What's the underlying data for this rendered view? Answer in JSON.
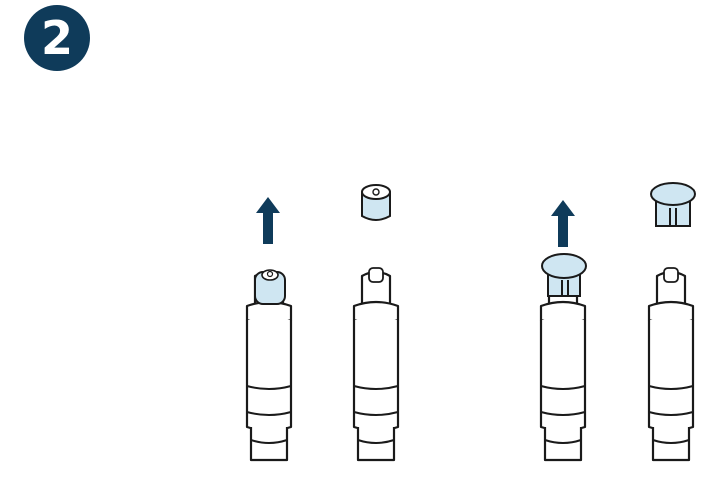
{
  "step": {
    "number": "2"
  },
  "colors": {
    "badge": "#0f3b5a",
    "arrow": "#0f3b5a",
    "cap": "#cfe6f2",
    "outline": "#1a1a1a",
    "body": "#ffffff"
  },
  "illustration": {
    "panels": [
      {
        "cap_style": "small-cap",
        "cap_state": "being-removed",
        "arrow": "up"
      },
      {
        "cap_style": "small-cap",
        "cap_state": "removed",
        "arrow": "none"
      },
      {
        "cap_style": "wide-cap",
        "cap_state": "being-removed",
        "arrow": "up"
      },
      {
        "cap_style": "wide-cap",
        "cap_state": "removed",
        "arrow": "none"
      }
    ]
  }
}
